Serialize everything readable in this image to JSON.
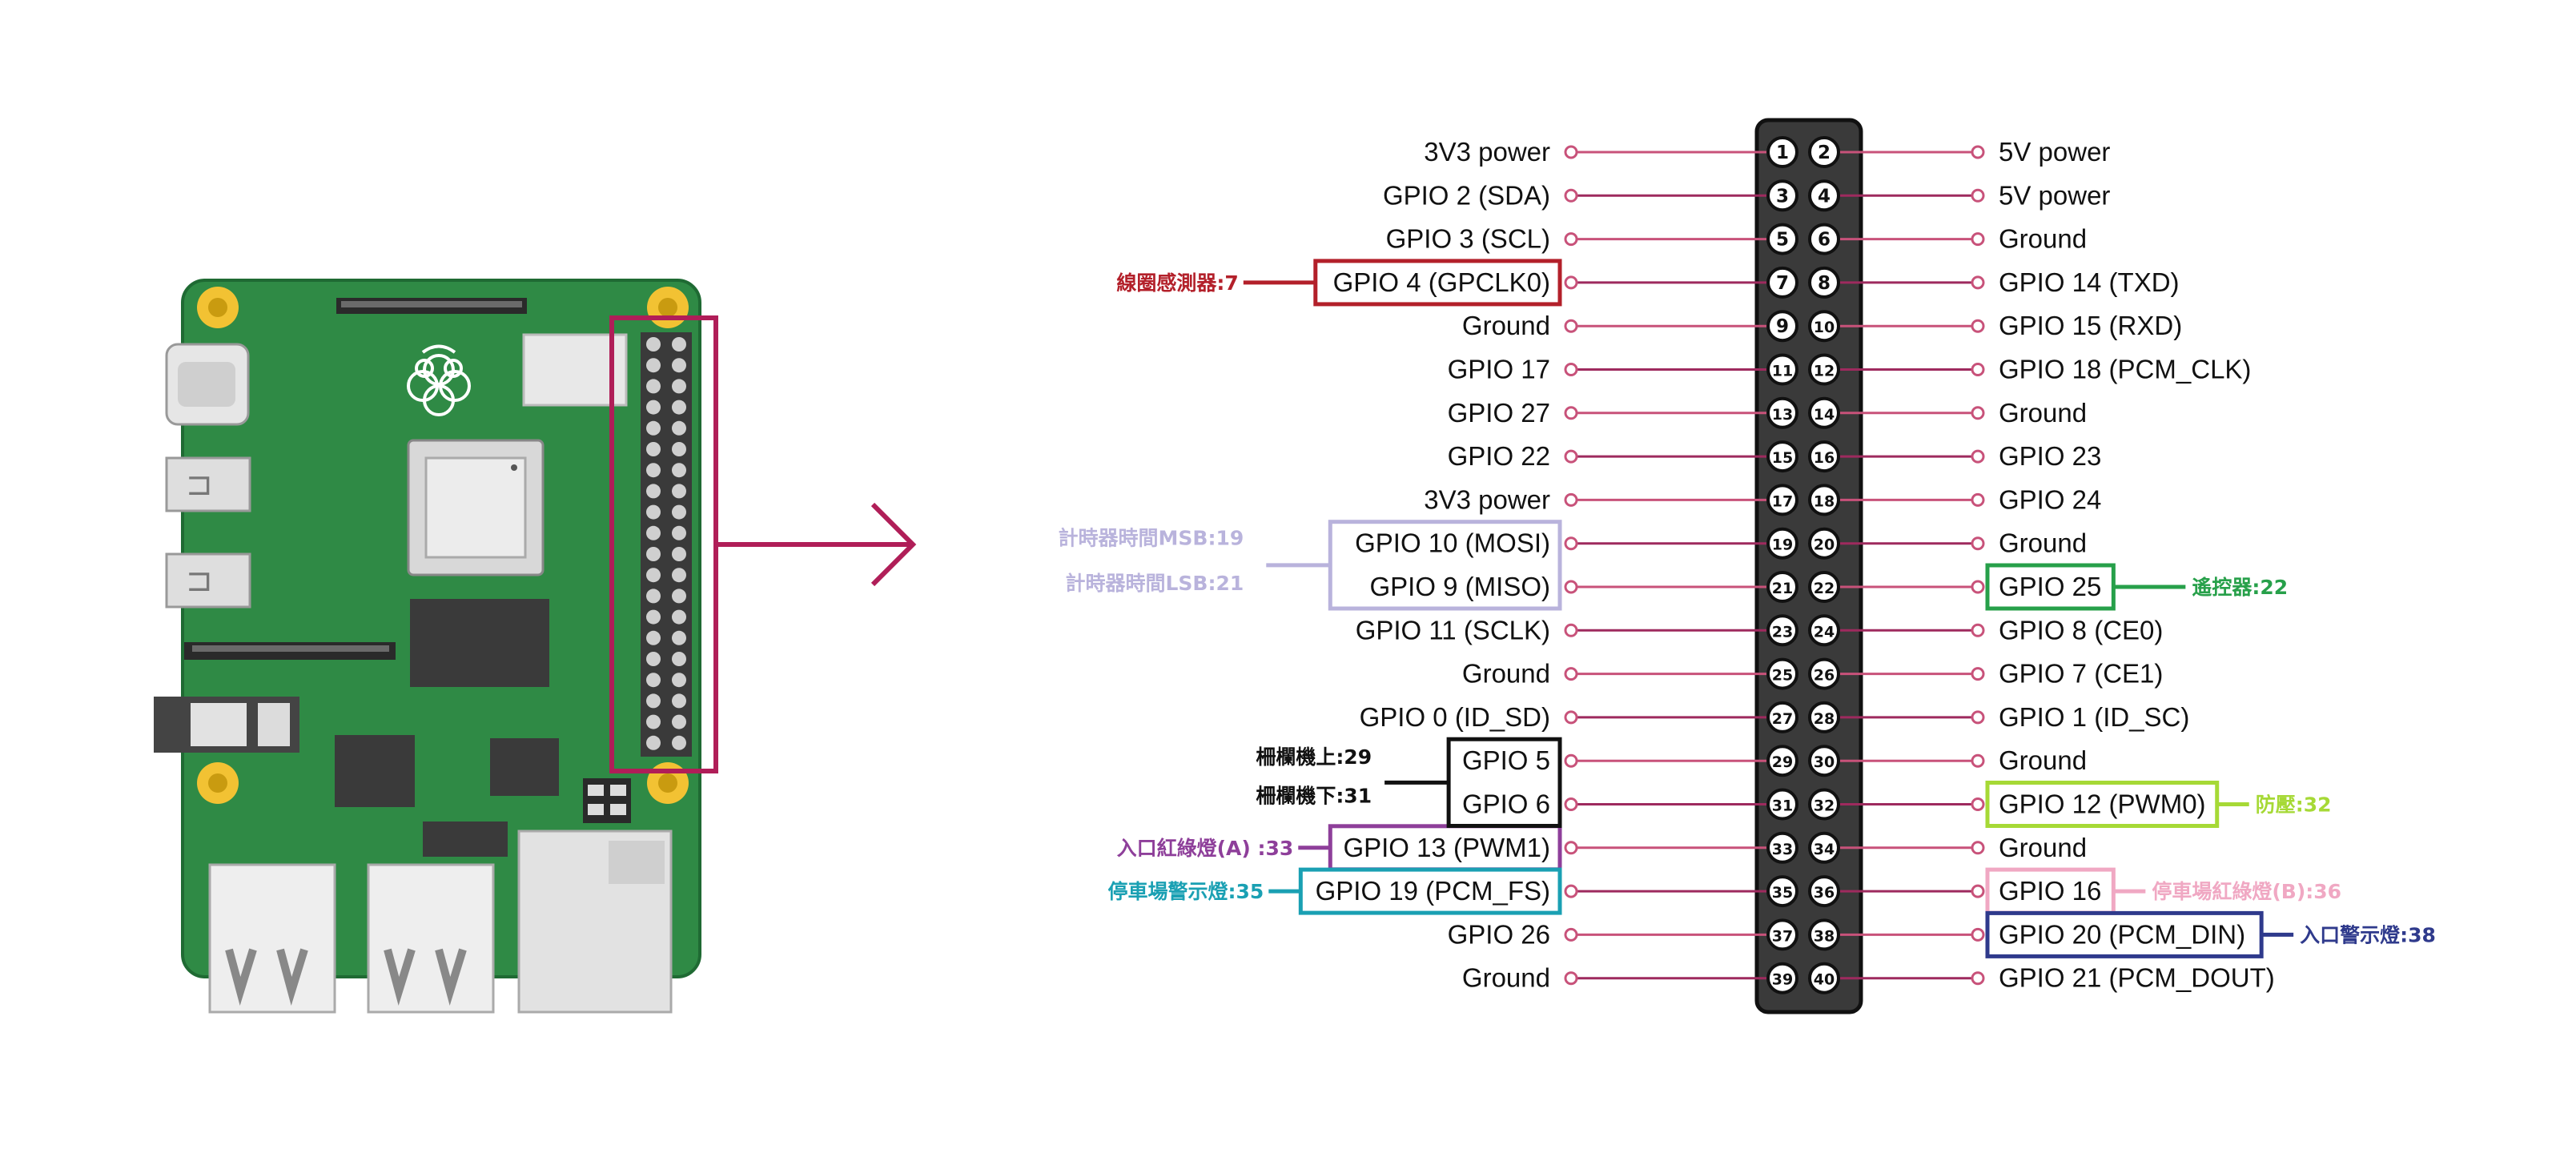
{
  "colors": {
    "board": "#2f8a45",
    "board_edge": "#1f6a33",
    "hole_ring": "#f2c233",
    "chip": "#3a3a3a",
    "header_body": "#3a3a3a",
    "pin_wire": "#c8527a",
    "pin_wire_dark": "#9e2a5e",
    "arrow": "#b01e58",
    "text": "#111111"
  },
  "pins": [
    {
      "n": 1,
      "label": "3V3 power"
    },
    {
      "n": 2,
      "label": "5V power"
    },
    {
      "n": 3,
      "label": "GPIO 2 (SDA)"
    },
    {
      "n": 4,
      "label": "5V power"
    },
    {
      "n": 5,
      "label": "GPIO 3 (SCL)"
    },
    {
      "n": 6,
      "label": "Ground"
    },
    {
      "n": 7,
      "label": "GPIO 4 (GPCLK0)"
    },
    {
      "n": 8,
      "label": "GPIO 14 (TXD)"
    },
    {
      "n": 9,
      "label": "Ground"
    },
    {
      "n": 10,
      "label": "GPIO 15 (RXD)"
    },
    {
      "n": 11,
      "label": "GPIO 17"
    },
    {
      "n": 12,
      "label": "GPIO 18 (PCM_CLK)"
    },
    {
      "n": 13,
      "label": "GPIO 27"
    },
    {
      "n": 14,
      "label": "Ground"
    },
    {
      "n": 15,
      "label": "GPIO 22"
    },
    {
      "n": 16,
      "label": "GPIO 23"
    },
    {
      "n": 17,
      "label": "3V3 power"
    },
    {
      "n": 18,
      "label": "GPIO 24"
    },
    {
      "n": 19,
      "label": "GPIO 10 (MOSI)"
    },
    {
      "n": 20,
      "label": "Ground"
    },
    {
      "n": 21,
      "label": "GPIO 9 (MISO)"
    },
    {
      "n": 22,
      "label": "GPIO 25"
    },
    {
      "n": 23,
      "label": "GPIO 11 (SCLK)"
    },
    {
      "n": 24,
      "label": "GPIO 8 (CE0)"
    },
    {
      "n": 25,
      "label": "Ground"
    },
    {
      "n": 26,
      "label": "GPIO 7 (CE1)"
    },
    {
      "n": 27,
      "label": "GPIO 0 (ID_SD)"
    },
    {
      "n": 28,
      "label": "GPIO 1 (ID_SC)"
    },
    {
      "n": 29,
      "label": "GPIO 5"
    },
    {
      "n": 30,
      "label": "Ground"
    },
    {
      "n": 31,
      "label": "GPIO 6"
    },
    {
      "n": 32,
      "label": "GPIO 12 (PWM0)"
    },
    {
      "n": 33,
      "label": "GPIO 13 (PWM1)"
    },
    {
      "n": 34,
      "label": "Ground"
    },
    {
      "n": 35,
      "label": "GPIO 19 (PCM_FS)"
    },
    {
      "n": 36,
      "label": "GPIO 16"
    },
    {
      "n": 37,
      "label": "GPIO 26"
    },
    {
      "n": 38,
      "label": "GPIO 20 (PCM_DIN)"
    },
    {
      "n": 39,
      "label": "Ground"
    },
    {
      "n": 40,
      "label": "GPIO 21 (PCM_DOUT)"
    }
  ],
  "annotations": [
    {
      "id": "coil-sensor",
      "text": "線圈感測器:7",
      "pins": [
        7
      ],
      "side": "left",
      "color": "#b3202a"
    },
    {
      "id": "timer-msb",
      "text": "計時器時間MSB:19",
      "pins": [
        19,
        21
      ],
      "side": "left",
      "color": "#b9b3dc",
      "group": "spi"
    },
    {
      "id": "timer-lsb",
      "text": "計時器時間LSB:21",
      "pins": [],
      "side": "left",
      "color": "#b9b3dc",
      "group": "spi-second"
    },
    {
      "id": "remote",
      "text": "遙控器:22",
      "pins": [
        22
      ],
      "side": "right",
      "color": "#27a04a"
    },
    {
      "id": "gate-up",
      "text": "柵欄機上:29",
      "pins": [
        29,
        31
      ],
      "side": "left",
      "color": "#111111",
      "group": "gate"
    },
    {
      "id": "gate-down",
      "text": "柵欄機下:31",
      "pins": [],
      "side": "left",
      "color": "#111111",
      "group": "gate-second"
    },
    {
      "id": "anti-pressure",
      "text": "防壓:32",
      "pins": [
        32
      ],
      "side": "right",
      "color": "#a6d936"
    },
    {
      "id": "entry-red-green",
      "text": "入口紅綠燈(A) :33",
      "pins": [
        33
      ],
      "side": "left",
      "color": "#8e3f9a"
    },
    {
      "id": "lot-warning",
      "text": "停車場警示燈:35",
      "pins": [
        35
      ],
      "side": "left",
      "color": "#1aa0b3"
    },
    {
      "id": "lot-red-green",
      "text": "停車場紅綠燈(B):36",
      "pins": [
        36
      ],
      "side": "right",
      "color": "#f0a8c3"
    },
    {
      "id": "entry-warning",
      "text": "入口警示燈:38",
      "pins": [
        38
      ],
      "side": "right",
      "color": "#2f3a8c"
    }
  ]
}
